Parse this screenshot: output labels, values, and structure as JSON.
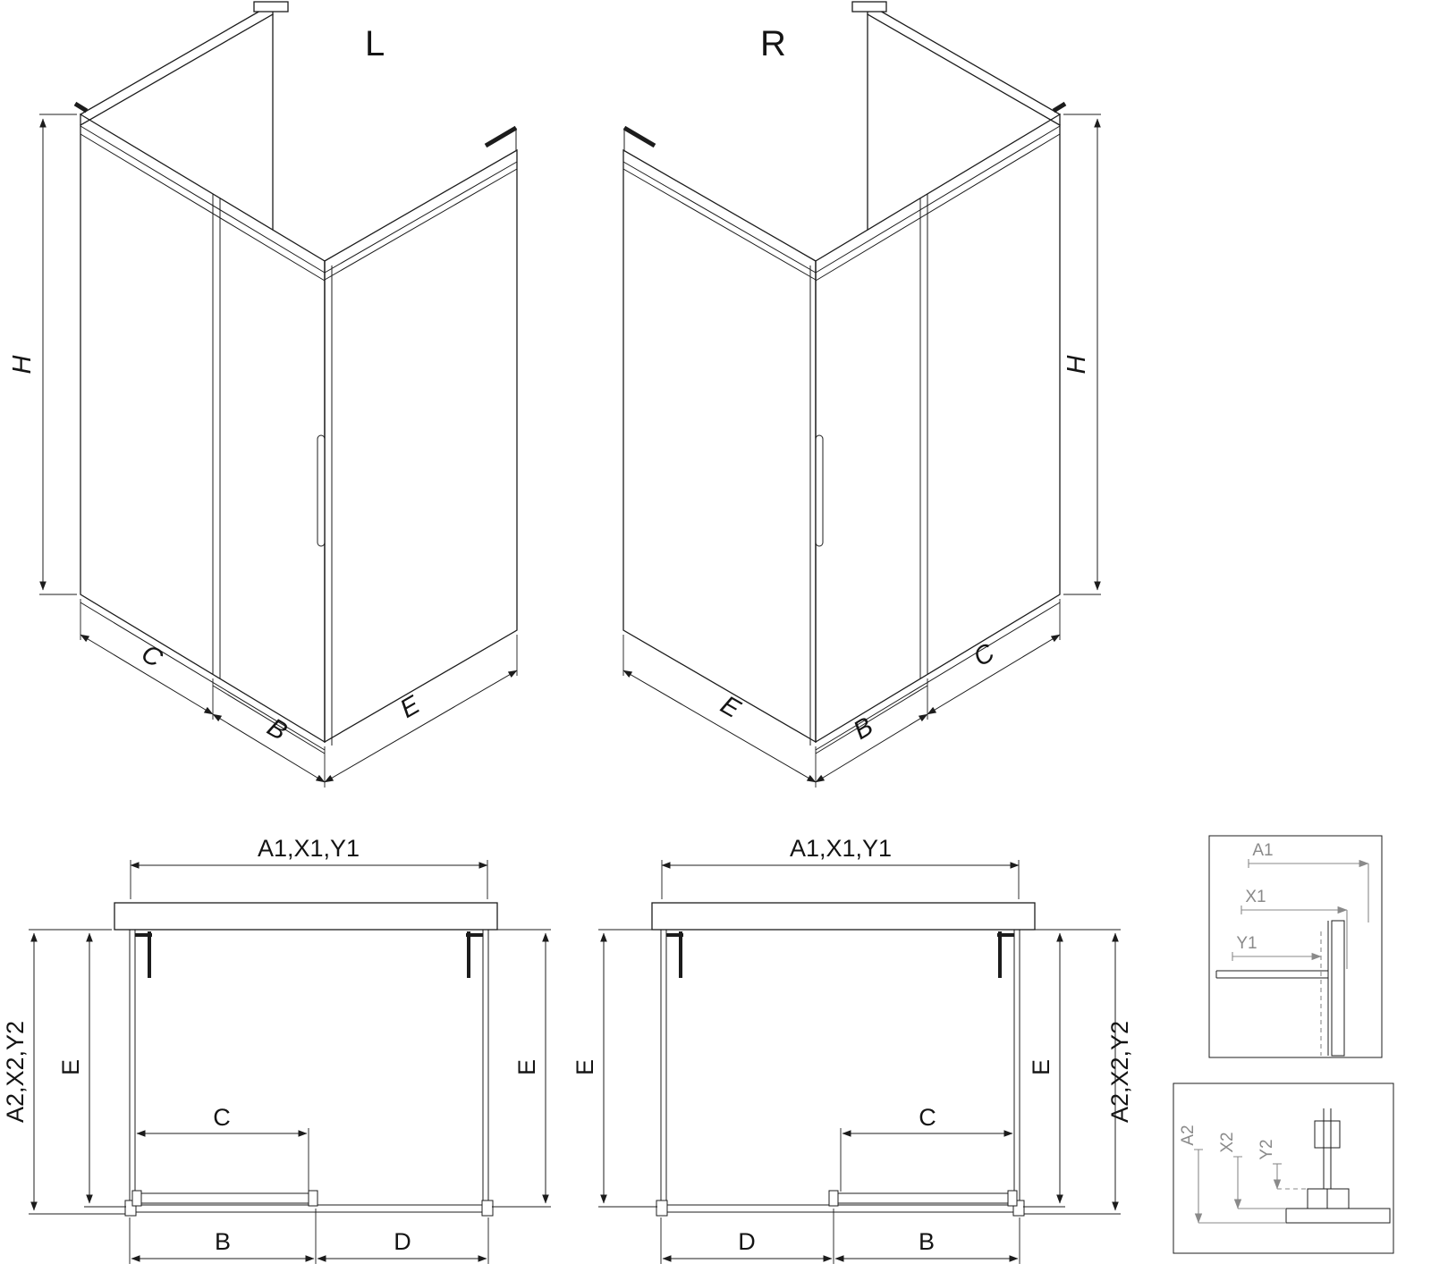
{
  "iso_left": {
    "variant_label": "L",
    "dim_height": "H",
    "dim_front_left": "C",
    "dim_front_right": "B",
    "dim_side": "E"
  },
  "iso_right": {
    "variant_label": "R",
    "dim_height": "H",
    "dim_side": "E",
    "dim_front_left": "B",
    "dim_front_right": "C"
  },
  "plan_left": {
    "dim_width_top": "A1,X1,Y1",
    "dim_depth_outer": "A2,X2,Y2",
    "dim_depth_left": "E",
    "dim_depth_right": "E",
    "dim_opening": "C",
    "dim_bottom_left": "B",
    "dim_bottom_right": "D"
  },
  "plan_right": {
    "dim_width_top": "A1,X1,Y1",
    "dim_depth_left": "E",
    "dim_depth_right": "E",
    "dim_depth_outer": "A2,X2,Y2",
    "dim_opening": "C",
    "dim_bottom_left": "D",
    "dim_bottom_right": "B"
  },
  "detail_top": {
    "dim_total": "A1",
    "dim_mid": "X1",
    "dim_inner": "Y1"
  },
  "detail_bottom": {
    "dim_total": "A2",
    "dim_mid": "X2",
    "dim_inner": "Y2"
  }
}
